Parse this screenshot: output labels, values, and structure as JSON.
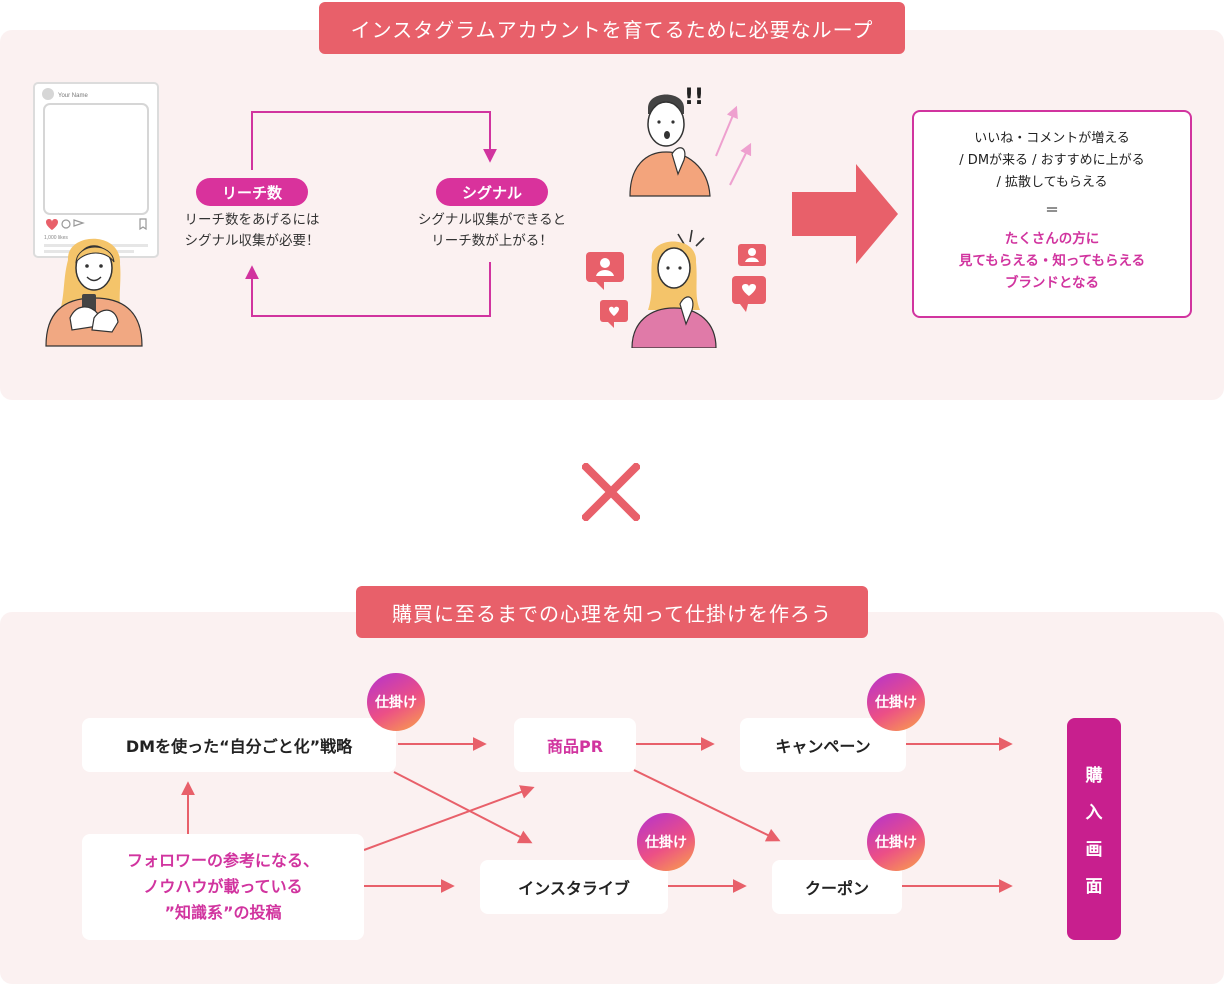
{
  "top_section": {
    "banner": "インスタグラムアカウントを育てるために必要なループ",
    "post_mock": {
      "username": "Your Name",
      "likes": "1,000 likes"
    },
    "loop": {
      "reach": {
        "label": "リーチ数",
        "caption_line1": "リーチ数をあげるには",
        "caption_line2": "シグナル収集が必要！"
      },
      "signal": {
        "label": "シグナル",
        "caption_line1": "シグナル収集ができると",
        "caption_line2": "リーチ数が上がる！"
      }
    },
    "exclaim": "!!",
    "result": {
      "line1": "いいね・コメントが増える",
      "line2": "/ DMが来る / おすすめに上がる",
      "line3": "/ 拡散してもらえる",
      "equals": "＝",
      "highlight1": "たくさんの方に",
      "highlight2": "見てもらえる・知ってもらえる",
      "highlight3": "ブランドとなる"
    }
  },
  "cross_symbol": "×",
  "bottom_section": {
    "banner": "購買に至るまでの心理を知って仕掛けを作ろう",
    "nodes": {
      "dm_strategy": "DMを使った“自分ごと化”戦略",
      "follower_posts_line1": "フォロワーの参考になる、",
      "follower_posts_line2": "ノウハウが載っている",
      "follower_posts_line3": "”知識系”の投稿",
      "product_pr": "商品PR",
      "insta_live": "インスタライブ",
      "campaign": "キャンペーン",
      "coupon": "クーポン"
    },
    "badge_label": "仕掛け",
    "purchase": [
      "購",
      "入",
      "画",
      "面"
    ]
  },
  "colors": {
    "accent": "#e8606a",
    "magenta": "#d1349f",
    "panel": "#fbf1f1",
    "purchase": "#c81f8e"
  }
}
